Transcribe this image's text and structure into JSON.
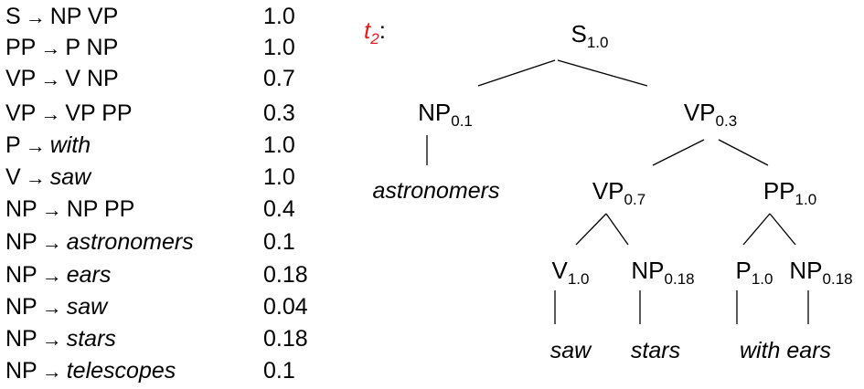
{
  "grammar": {
    "rules": [
      {
        "lhs": "S",
        "rhs": "NP VP",
        "rhs_italic": false,
        "prob": "1.0"
      },
      {
        "lhs": "PP",
        "rhs": "P NP",
        "rhs_italic": false,
        "prob": "1.0"
      },
      {
        "lhs": "VP",
        "rhs": "V NP",
        "rhs_italic": false,
        "prob": "0.7"
      },
      {
        "lhs": "VP",
        "rhs": "VP PP",
        "rhs_italic": false,
        "prob": "0.3"
      },
      {
        "lhs": "P",
        "rhs": "with",
        "rhs_italic": true,
        "prob": "1.0"
      },
      {
        "lhs": "V",
        "rhs": "saw",
        "rhs_italic": true,
        "prob": "1.0"
      },
      {
        "lhs": "NP",
        "rhs": "NP PP",
        "rhs_italic": false,
        "prob": "0.4"
      },
      {
        "lhs": "NP",
        "rhs": "astronomers",
        "rhs_italic": true,
        "prob": "0.1"
      },
      {
        "lhs": "NP",
        "rhs": "ears",
        "rhs_italic": true,
        "prob": "0.18"
      },
      {
        "lhs": "NP",
        "rhs": "saw",
        "rhs_italic": true,
        "prob": "0.04"
      },
      {
        "lhs": "NP",
        "rhs": "stars",
        "rhs_italic": true,
        "prob": "0.18"
      },
      {
        "lhs": "NP",
        "rhs": "telescopes",
        "rhs_italic": true,
        "prob": "0.1"
      }
    ],
    "arrow": "→"
  },
  "tree": {
    "label": {
      "name": "t",
      "sub": "2",
      "colon": ":"
    },
    "nodes": {
      "s": {
        "cat": "S",
        "prob": "1.0"
      },
      "np1": {
        "cat": "NP",
        "prob": "0.1"
      },
      "vp1": {
        "cat": "VP",
        "prob": "0.3"
      },
      "vp2": {
        "cat": "VP",
        "prob": "0.7"
      },
      "pp": {
        "cat": "PP",
        "prob": "1.0"
      },
      "v": {
        "cat": "V",
        "prob": "1.0"
      },
      "np2": {
        "cat": "NP",
        "prob": "0.18"
      },
      "p": {
        "cat": "P",
        "prob": "1.0"
      },
      "np3": {
        "cat": "NP",
        "prob": "0.18"
      }
    },
    "leaves": {
      "astronomers": "astronomers",
      "saw": "saw",
      "stars": "stars",
      "with_ears": "with ears"
    }
  }
}
